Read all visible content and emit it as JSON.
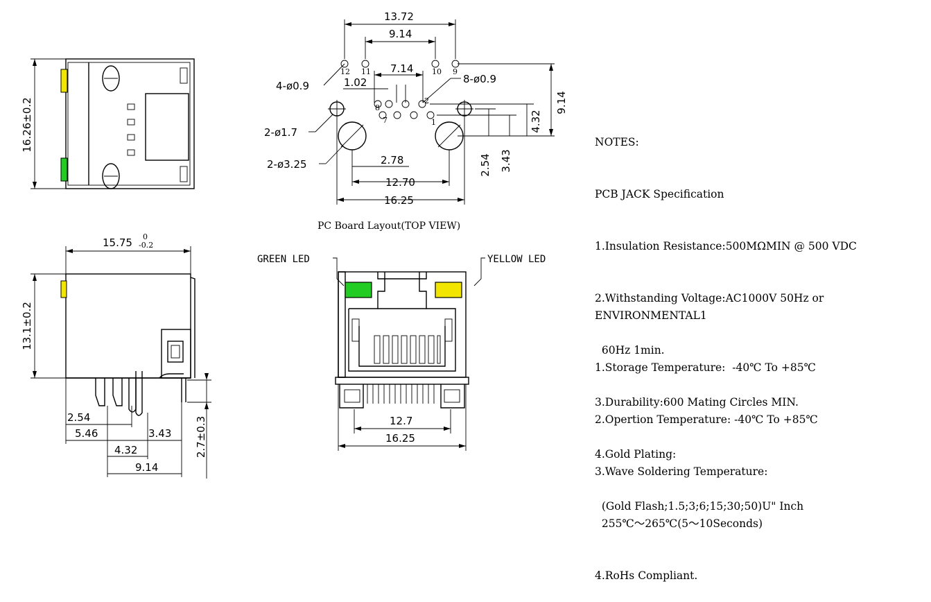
{
  "dimensions": {
    "side_height": "16.26±0.2",
    "top_width": "13.72",
    "top_inner_width": "9.14",
    "hole_small": "4-ø0.9",
    "pitch": "1.02",
    "pin_span": "7.14",
    "hole_pins": "8-ø0.9",
    "hole_led": "2-ø1.7",
    "hole_peg": "2-ø3.25",
    "peg_offset": "2.78",
    "peg_spacing": "12.70",
    "board_width": "16.25",
    "v_914": "9.14",
    "v_432": "4.32",
    "v_343": "3.43",
    "v_254": "2.54",
    "bottom_width": "15.75",
    "bottom_tol_upper": "0",
    "bottom_tol_lower": "-0.2",
    "front_height": "13.1±0.2",
    "pin_length": "2.7±0.3",
    "b_254": "2.54",
    "b_546": "5.46",
    "b_343": "3.43",
    "b_432": "4.32",
    "b_914": "9.14",
    "front_127": "12.7",
    "front_1625": "16.25"
  },
  "pins": [
    "12",
    "11",
    "10",
    "9",
    "8",
    "7",
    "2",
    "1"
  ],
  "captions": {
    "pcb_layout": "PC Board Layout(TOP VIEW)",
    "green_led": "GREEN LED",
    "yellow_led": "YELLOW LED"
  },
  "colors": {
    "green_led": "#22cc22",
    "yellow_led": "#f2e600",
    "ink": "#000000"
  },
  "notes": {
    "title": "NOTES:",
    "subtitle": "PCB JACK Specification",
    "items": [
      "1.Insulation Resistance:500MΩMIN @ 500 VDC",
      "2.Withstanding Voltage:AC1000V 50Hz or",
      "  60Hz 1min.",
      "3.Durability:600 Mating Circles MIN.",
      "4.Gold Plating:",
      "  (Gold Flash;1.5;3;6;15;30;50)U\" Inch"
    ]
  },
  "environmental": {
    "title": "ENVIRONMENTAL1",
    "items": [
      "1.Storage Temperature:  -40℃ To +85℃",
      "2.Opertion Temperature: -40℃ To +85℃",
      "3.Wave Soldering Temperature:",
      "  255℃～265℃(5～10Seconds)",
      "4.RoHs Compliant."
    ]
  }
}
